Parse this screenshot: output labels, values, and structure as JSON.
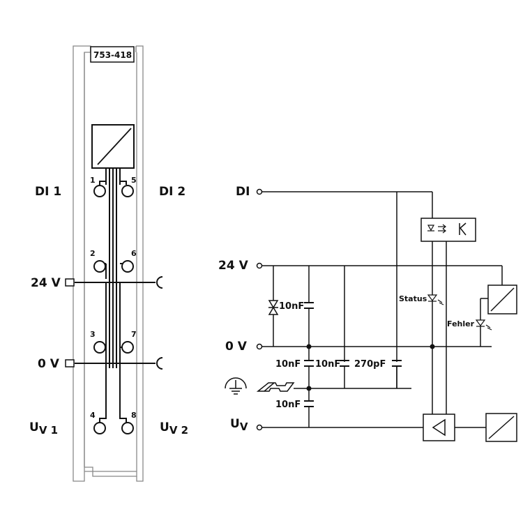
{
  "module": {
    "part_number": "753-418",
    "left_labels": {
      "di1": "DI 1",
      "di2": "DI 2",
      "v24": "24 V",
      "v0": "0 V",
      "uv1_main": "U",
      "uv1_sub": "V 1",
      "uv2_main": "U",
      "uv2_sub": "V 2"
    },
    "terminals": [
      "1",
      "2",
      "3",
      "4",
      "5",
      "6",
      "7",
      "8"
    ]
  },
  "schematic": {
    "inputs": {
      "di": "DI",
      "v24": "24 V",
      "v0": "0 V",
      "uv_main": "U",
      "uv_sub": "V"
    },
    "capacitors": [
      "10nF",
      "10nF",
      "10nF",
      "270pF",
      "10nF"
    ],
    "tvs_capacitor": "10nF",
    "leds": {
      "status": "Status",
      "error": "Fehler"
    }
  },
  "colors": {
    "line": "#111111",
    "module_outline": "#888888",
    "background": "#ffffff"
  }
}
